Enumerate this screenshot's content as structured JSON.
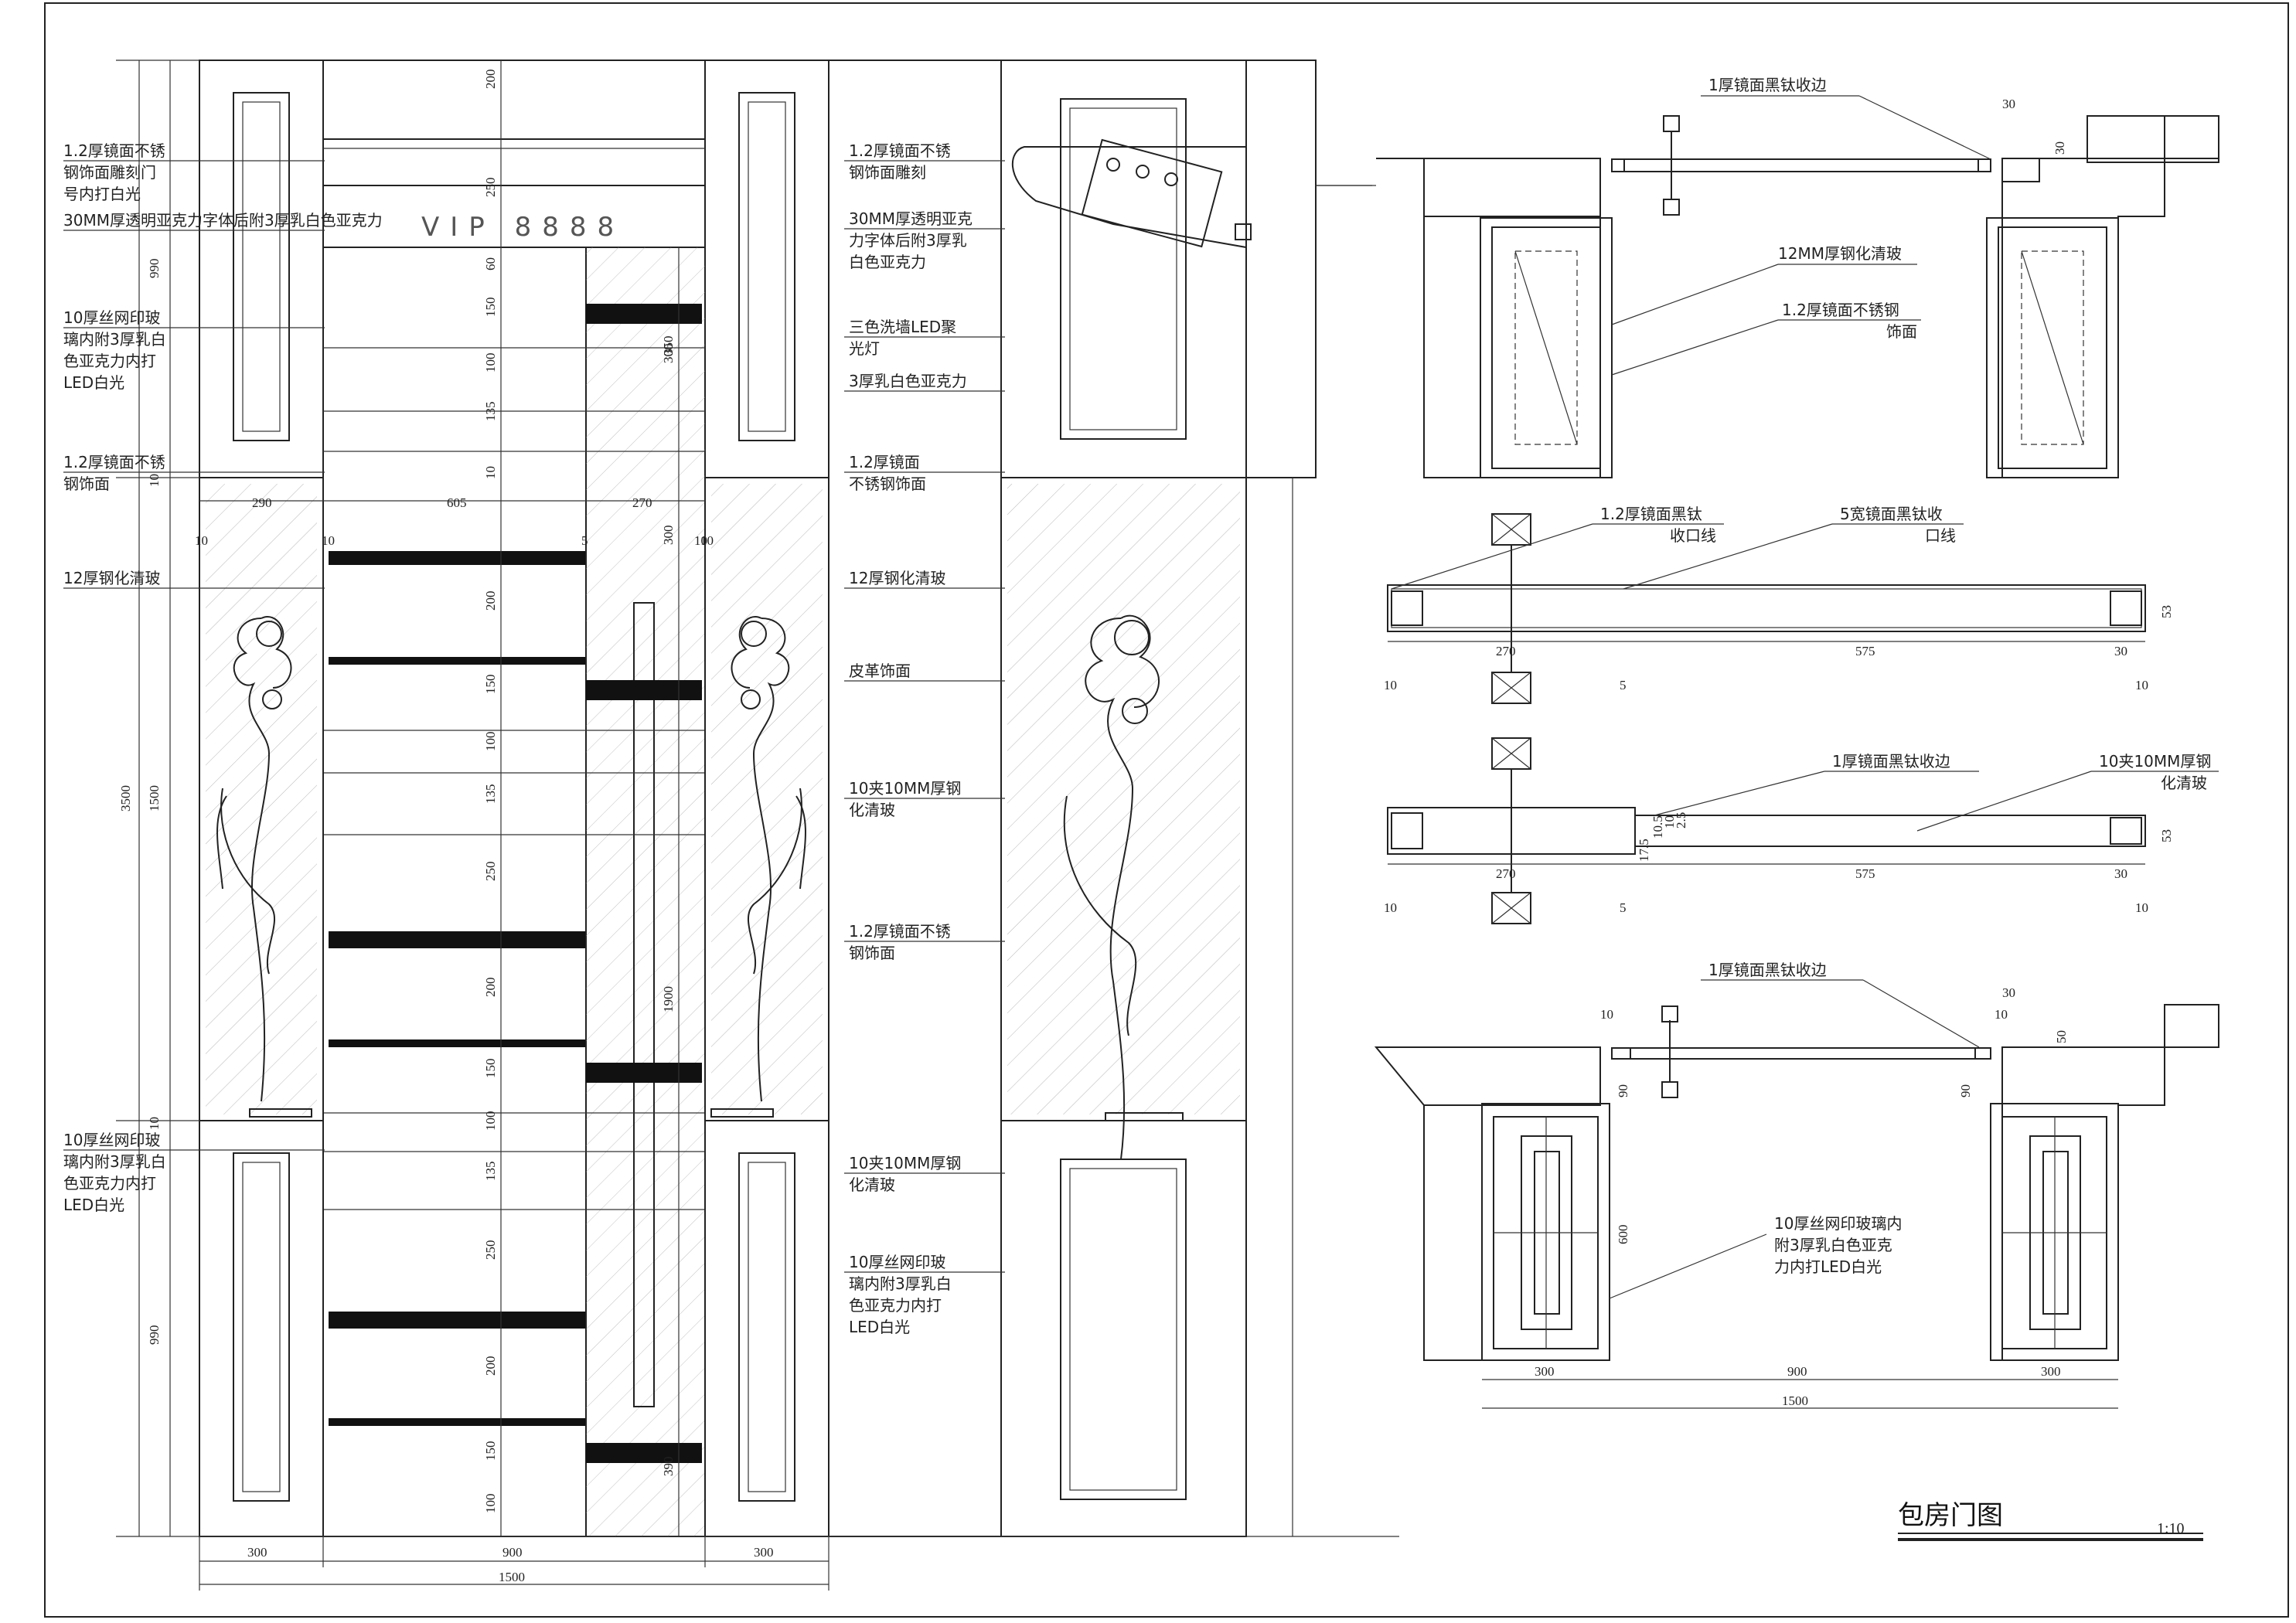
{
  "drawing": {
    "title": "包房门图",
    "scale": "1:10"
  },
  "elevation": {
    "left_annotations": [
      [
        "1.2厚镜面不锈",
        "钢饰面雕刻门",
        "号内打白光"
      ],
      [
        "30MM厚透明亚克力字体后附3厚乳白色亚克力"
      ],
      [
        "10厚丝网印玻",
        "璃内附3厚乳白",
        "色亚克力内打",
        "LED白光"
      ],
      [
        "1.2厚镜面不锈",
        "钢饰面"
      ],
      [
        "12厚钢化清玻"
      ],
      [
        "10厚丝网印玻",
        "璃内附3厚乳白",
        "色亚克力内打",
        "LED白光"
      ]
    ],
    "right_annotations": [
      [
        "1.2厚镜面不锈",
        "钢饰面雕刻"
      ],
      [
        "30MM厚透明亚克",
        "力字体后附3厚乳",
        "白色亚克力"
      ],
      [
        "三色洗墙LED聚",
        "光灯"
      ],
      [
        "3厚乳白色亚克力"
      ],
      [
        "1.2厚镜面",
        "不锈钢饰面"
      ],
      [
        "12厚钢化清玻"
      ],
      [
        "皮革饰面"
      ],
      [
        "10夹10MM厚钢",
        "化清玻"
      ],
      [
        "1.2厚镜面不锈",
        "钢饰面"
      ],
      [
        "10夹10MM厚钢",
        "化清玻"
      ],
      [
        "10厚丝网印玻",
        "璃内附3厚乳白",
        "色亚克力内打",
        "LED白光"
      ]
    ],
    "dims_bottom": [
      "300",
      "900",
      "300",
      "1500"
    ],
    "dims_left": [
      "990",
      "1500",
      "990",
      "3500",
      "10",
      "10"
    ],
    "dims_vertical": [
      "200",
      "250",
      "60",
      "150",
      "100",
      "135",
      "10",
      "300",
      "200",
      "150",
      "100",
      "135",
      "250",
      "200",
      "150",
      "100",
      "135",
      "250",
      "200",
      "150",
      "100",
      "350",
      "300",
      "1900",
      "390"
    ],
    "dims_horizontal": [
      "290",
      "605",
      "270",
      "10",
      "10",
      "5",
      "10",
      "10"
    ],
    "signage_text": "VIP 8888"
  },
  "plan_top": {
    "annotations": [
      [
        "1厚镜面黑钛收边"
      ],
      [
        "12MM厚钢化清玻"
      ],
      [
        "1.2厚镜面不锈钢",
        "饰面"
      ]
    ],
    "dims": [
      "30",
      "30"
    ]
  },
  "section_1": {
    "annotations": [
      [
        "1.2厚镜面黑钛",
        "收口线"
      ],
      [
        "5宽镜面黑钛收",
        "口线"
      ]
    ],
    "dims": [
      "270",
      "575",
      "30",
      "10",
      "5",
      "10",
      "53"
    ]
  },
  "section_2": {
    "annotations": [
      [
        "1厚镜面黑钛收边"
      ],
      [
        "10夹10MM厚钢",
        "化清玻"
      ]
    ],
    "dims": [
      "270",
      "575",
      "30",
      "10",
      "5",
      "10",
      "53",
      "17.5",
      "10.5",
      "10",
      "2.5"
    ]
  },
  "plan_bottom": {
    "annotations": [
      [
        "1厚镜面黑钛收边"
      ],
      [
        "10厚丝网印玻璃内",
        "附3厚乳白色亚克",
        "力内打LED白光"
      ]
    ],
    "dims": [
      "30",
      "10",
      "10",
      "50",
      "90",
      "90",
      "600",
      "300",
      "900",
      "300",
      "1500"
    ]
  }
}
